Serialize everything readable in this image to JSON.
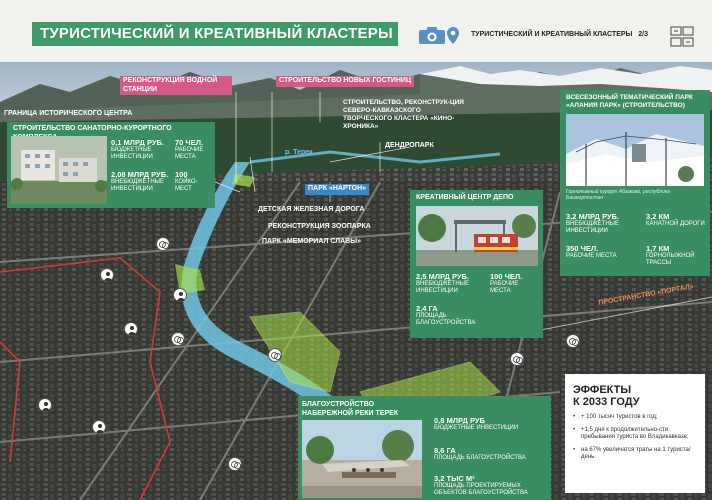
{
  "header": {
    "title": "ТУРИСТИЧЕСКИЙ И КРЕАТИВНЫЙ КЛАСТЕРЫ",
    "section": "ТУРИСТИЧЕСКИЙ И КРЕАТИВНЫЙ КЛАСТЕРЫ",
    "page": "2/3",
    "brand_color": "#3f9a6a",
    "icons": [
      "camera-icon",
      "map-pin-icon",
      "logo-icon"
    ]
  },
  "map_labels": {
    "water_station": "РЕКОНСТРУКЦИЯ ВОДНОЙ СТАНЦИИ",
    "new_hotels": "СТРОИТЕЛЬСТВО НОВЫХ ГОСТИНИЦ",
    "historic_center": "ГРАНИЦА ИСТОРИЧЕСКОГО ЦЕНТРА",
    "creative_cluster": "СТРОИТЕЛЬСТВО, РЕКОНСТРУК-ЦИЯ СЕВЕРО-КАВКАЗСКОГО ТВОРЧЕСКОГО КЛАСТЕРА «КИНО-ХРОНИКА»",
    "dendropark": "ДЕНДРОПАРК",
    "river": "р. Терек",
    "park_narton": "ПАРК «НАРТОН»",
    "childrens_railway": "ДЕТСКАЯ ЖЕЛЕЗНАЯ ДОРОГА",
    "zoo": "РЕКОНСТРУКЦИЯ ЗООПАРКА",
    "park_glory": "ПАРК «МЕМОРИАЛ СЛАВЫ»",
    "portal_space": "ПРОСТРАНСТВО «ПОРТАЛ»"
  },
  "sanatorium_card": {
    "title": "СТРОИТЕЛЬСТВО САНАТОРНО-КУРОРТНОГО КОМПЛЕКСА",
    "budget_value": "0,1 МЛРД РУБ.",
    "budget_caption": "БЮДЖЕТНЫЕ ИНВЕСТИЦИИ",
    "jobs_value": "70 ЧЕЛ.",
    "jobs_caption": "РАБОЧИЕ МЕСТА",
    "offbudget_value": "2,08 МЛРД РУБ.",
    "offbudget_caption": "ВНЕБЮДЖЕТНЫЕ ИНВЕСТИЦИИ",
    "beds_value": "100",
    "beds_caption": "КОЙКО-МЕСТ"
  },
  "alania_card": {
    "title": "ВСЕСЕЗОННЫЙ ТЕМАТИЧЕСКИЙ ПАРК «АЛАНИЯ ПАРК» (СТРОИТЕЛЬСТВО)",
    "photo_caption": "Горнолыжный курорт Абзаково, республика Башкортостан",
    "invest_value": "3,2 МЛРД РУБ.",
    "invest_caption": "ВНЕБЮДЖЕТНЫЕ ИНВЕСТИЦИИ",
    "cable_value": "3,2 КМ",
    "cable_caption": "КАНАТНОЙ ДОРОГИ",
    "jobs_value": "350 ЧЕЛ.",
    "jobs_caption": "РАБОЧИЕ МЕСТА",
    "ski_value": "1,7 КМ",
    "ski_caption": "ГОРНОЛЫЖНОЙ ТРАССЫ"
  },
  "depot_card": {
    "title": "КРЕАТИВНЫЙ ЦЕНТР ДЕПО",
    "invest_value": "2,5 МЛРД РУБ.",
    "invest_caption": "ВНЕБЮДЖЕТНЫЕ ИНВЕСТИЦИИ",
    "jobs_value": "100 ЧЕЛ.",
    "jobs_caption": "РАБОЧИЕ МЕСТА",
    "area_value": "2,4 ГА",
    "area_caption": "ПЛОЩАДЬ БЛАГОУСТРОЙСТВА"
  },
  "embankment_card": {
    "title": "БЛАГОУСТРОЙСТВО НАБЕРЕЖНОЙ РЕКИ ТЕРЕК",
    "budget_value": "0,8 МЛРД РУБ",
    "budget_caption": "БЮДЖЕТНЫЕ ИНВЕСТИЦИИ",
    "area_value": "8,6 ГА",
    "area_caption": "ПЛОЩАДЬ БЛАГОУСТРОЙСТВА",
    "objects_value": "3,2 ТЫС М²",
    "objects_caption": "ПЛОЩАДЬ ПРОЕКТИРУЕМЫХ ОБЪЕКТОВ БЛАГОУСТРОЙСТВА"
  },
  "effects": {
    "heading_line1": "ЭФФЕКТЫ",
    "heading_line2": "К 2033 ГОДУ",
    "items": [
      "+ 100 тысяч туристов в год;",
      "+1,5 дня к продолжительно-сти пребывания туриста во Владикавказе;",
      "на 67% увеличатся траты на 1 туриста/день."
    ]
  }
}
